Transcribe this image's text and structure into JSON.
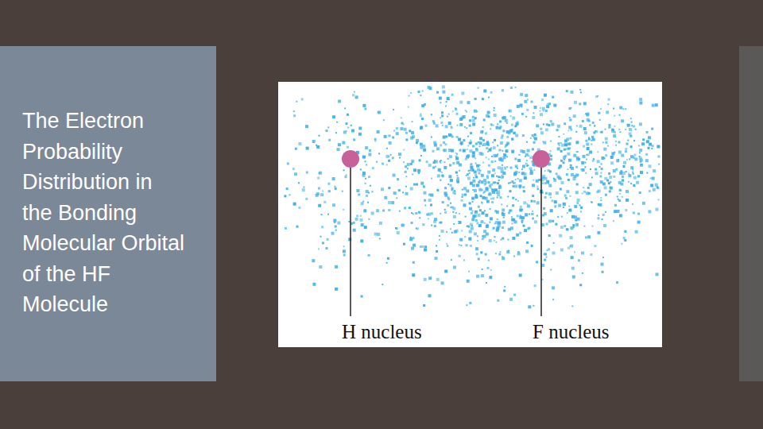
{
  "diagram": {
    "title": "The Electron Probability Distribution in the Bonding Molecular Orbital of the HF Molecule",
    "labels": [
      "H nucleus",
      "F nucleus"
    ]
  }
}
